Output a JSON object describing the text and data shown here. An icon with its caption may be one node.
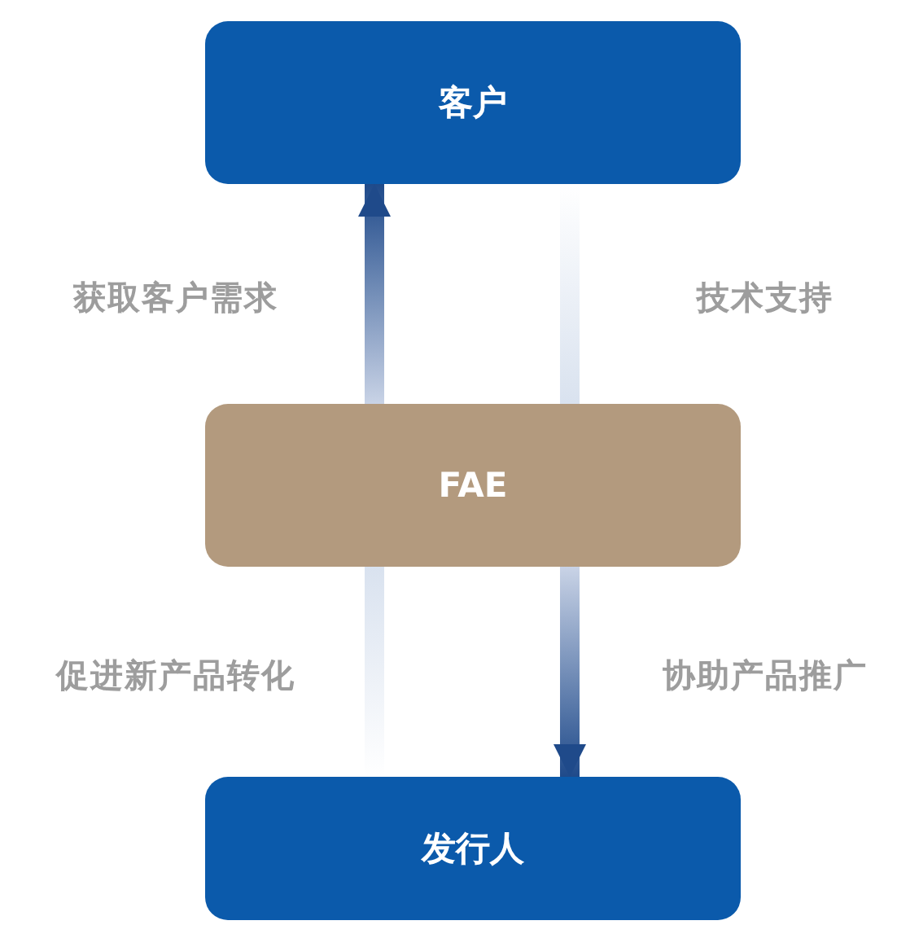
{
  "diagram": {
    "nodes": [
      {
        "text": [
          "客户"
        ]
      },
      {
        "text": [
          "FAE"
        ]
      },
      {
        "text": [
          "发行人"
        ]
      }
    ],
    "edges": [
      {
        "from": 1,
        "to": 0,
        "arrow": "to",
        "label": "获取客户需求"
      },
      {
        "from": 0,
        "to": 1,
        "arrow": "none",
        "label": "技术支持",
        "color": "#d9e2ef"
      },
      {
        "from": 2,
        "to": 1,
        "arrow": "none",
        "label": "促进新产品转化",
        "color": "#d9e2ef"
      },
      {
        "from": 1,
        "to": 2,
        "arrow": "to",
        "label": "协助产品推广"
      }
    ]
  }
}
